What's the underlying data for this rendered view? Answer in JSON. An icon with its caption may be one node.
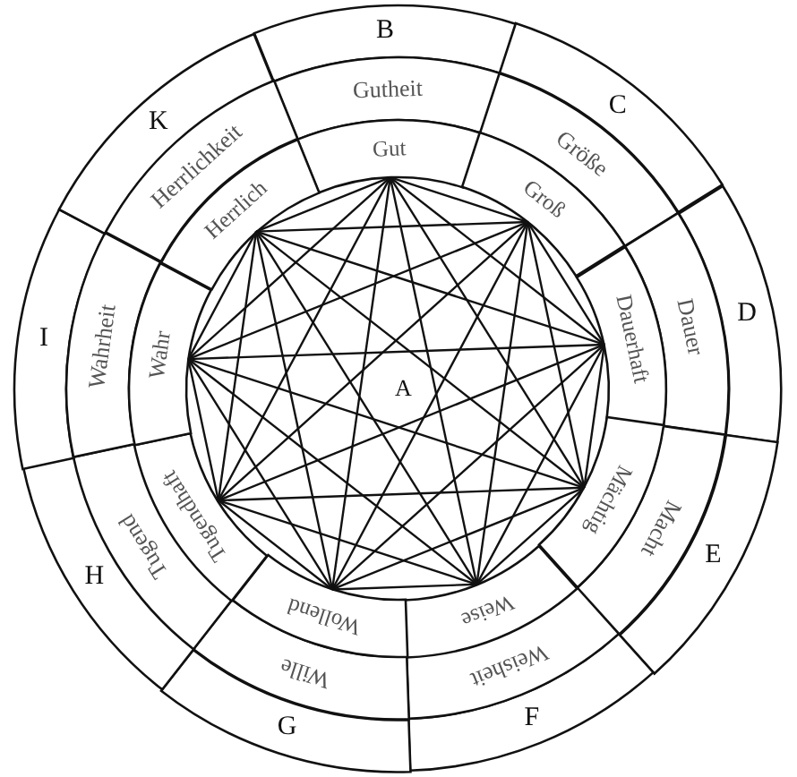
{
  "diagram": {
    "nodes": [
      {
        "text": [
          "B"
        ]
      },
      {
        "text": [
          "Gutheit"
        ]
      },
      {
        "text": [
          "Gut"
        ]
      },
      {
        "text": [
          "C"
        ]
      },
      {
        "text": [
          "Größe"
        ]
      },
      {
        "text": [
          "Groß"
        ]
      },
      {
        "text": [
          "D"
        ]
      },
      {
        "text": [
          "Dauer"
        ]
      },
      {
        "text": [
          "Dauerhaft"
        ]
      },
      {
        "text": [
          "E"
        ]
      },
      {
        "text": [
          "Macht"
        ]
      },
      {
        "text": [
          "Mächtig"
        ]
      },
      {
        "text": [
          "F"
        ]
      },
      {
        "text": [
          "Weisheit"
        ]
      },
      {
        "text": [
          "Weise"
        ]
      },
      {
        "text": [
          "G"
        ]
      },
      {
        "text": [
          "Wille"
        ]
      },
      {
        "text": [
          "Wollend"
        ]
      },
      {
        "text": [
          "H"
        ]
      },
      {
        "text": [
          "Tugend"
        ]
      },
      {
        "text": [
          "Tugendhaft"
        ]
      },
      {
        "text": [
          "I"
        ]
      },
      {
        "text": [
          "Wahrheit"
        ]
      },
      {
        "text": [
          "Wahr"
        ]
      },
      {
        "text": [
          "K"
        ]
      },
      {
        "text": [
          "Herrlichkeit"
        ]
      },
      {
        "text": [
          "Herrlich"
        ]
      }
    ],
    "labels": [
      "A"
    ],
    "edges": [
      {
        "from": 2,
        "to": 5,
        "arrow": "none"
      },
      {
        "from": 2,
        "to": 8,
        "arrow": "none"
      },
      {
        "from": 2,
        "to": 11,
        "arrow": "none"
      },
      {
        "from": 2,
        "to": 14,
        "arrow": "none"
      },
      {
        "from": 2,
        "to": 17,
        "arrow": "none"
      },
      {
        "from": 2,
        "to": 20,
        "arrow": "none"
      },
      {
        "from": 2,
        "to": 23,
        "arrow": "none"
      },
      {
        "from": 2,
        "to": 26,
        "arrow": "none"
      },
      {
        "from": 5,
        "to": 8,
        "arrow": "none"
      },
      {
        "from": 5,
        "to": 11,
        "arrow": "none"
      },
      {
        "from": 5,
        "to": 14,
        "arrow": "none"
      },
      {
        "from": 5,
        "to": 17,
        "arrow": "none"
      },
      {
        "from": 5,
        "to": 20,
        "arrow": "none"
      },
      {
        "from": 5,
        "to": 23,
        "arrow": "none"
      },
      {
        "from": 5,
        "to": 26,
        "arrow": "none"
      },
      {
        "from": 8,
        "to": 11,
        "arrow": "none"
      },
      {
        "from": 8,
        "to": 14,
        "arrow": "none"
      },
      {
        "from": 8,
        "to": 17,
        "arrow": "none"
      },
      {
        "from": 8,
        "to": 20,
        "arrow": "none"
      },
      {
        "from": 8,
        "to": 23,
        "arrow": "none"
      },
      {
        "from": 8,
        "to": 26,
        "arrow": "none"
      },
      {
        "from": 11,
        "to": 14,
        "arrow": "none"
      },
      {
        "from": 11,
        "to": 17,
        "arrow": "none"
      },
      {
        "from": 11,
        "to": 20,
        "arrow": "none"
      },
      {
        "from": 11,
        "to": 23,
        "arrow": "none"
      },
      {
        "from": 11,
        "to": 26,
        "arrow": "none"
      },
      {
        "from": 14,
        "to": 17,
        "arrow": "none"
      },
      {
        "from": 14,
        "to": 20,
        "arrow": "none"
      },
      {
        "from": 14,
        "to": 23,
        "arrow": "none"
      },
      {
        "from": 14,
        "to": 26,
        "arrow": "none"
      },
      {
        "from": 17,
        "to": 20,
        "arrow": "none"
      },
      {
        "from": 17,
        "to": 23,
        "arrow": "none"
      },
      {
        "from": 17,
        "to": 26,
        "arrow": "none"
      },
      {
        "from": 20,
        "to": 23,
        "arrow": "none"
      },
      {
        "from": 20,
        "to": 26,
        "arrow": "none"
      },
      {
        "from": 23,
        "to": 26,
        "arrow": "none"
      }
    ]
  }
}
